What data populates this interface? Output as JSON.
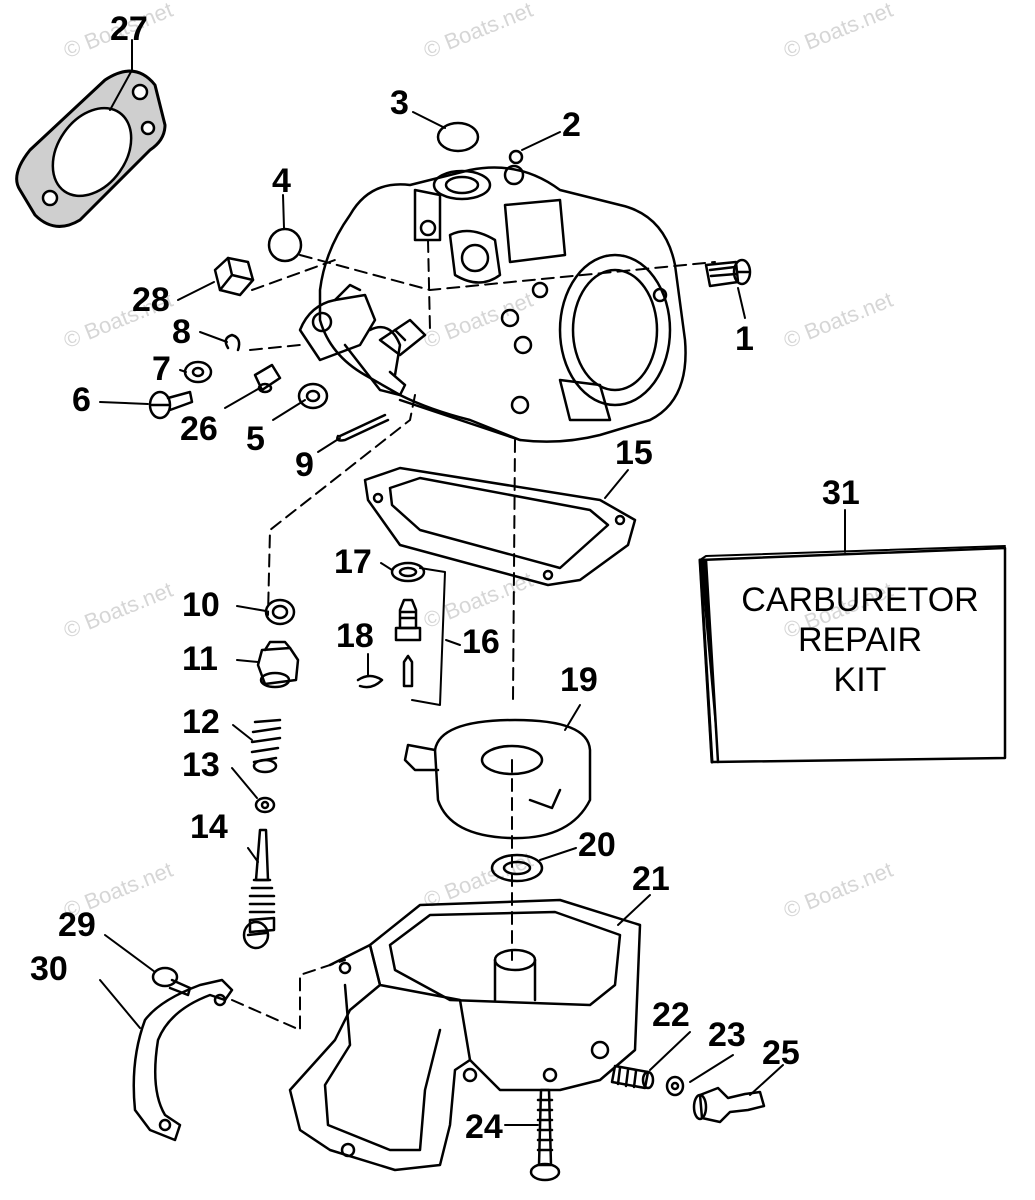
{
  "watermark": "© Boats.net",
  "parts": [
    {
      "num": "1"
    },
    {
      "num": "2"
    },
    {
      "num": "3"
    },
    {
      "num": "4"
    },
    {
      "num": "5"
    },
    {
      "num": "6"
    },
    {
      "num": "7"
    },
    {
      "num": "8"
    },
    {
      "num": "9"
    },
    {
      "num": "10"
    },
    {
      "num": "11"
    },
    {
      "num": "12"
    },
    {
      "num": "13"
    },
    {
      "num": "14"
    },
    {
      "num": "15"
    },
    {
      "num": "16"
    },
    {
      "num": "17"
    },
    {
      "num": "18"
    },
    {
      "num": "19"
    },
    {
      "num": "20"
    },
    {
      "num": "21"
    },
    {
      "num": "22"
    },
    {
      "num": "23"
    },
    {
      "num": "24"
    },
    {
      "num": "25"
    },
    {
      "num": "26"
    },
    {
      "num": "27"
    },
    {
      "num": "28"
    },
    {
      "num": "29"
    },
    {
      "num": "30"
    },
    {
      "num": "31"
    }
  ],
  "kit_box": {
    "line1": "CARBURETOR",
    "line2": "REPAIR",
    "line3": "KIT"
  },
  "colors": {
    "ink": "#000000",
    "watermark": "#d6d6d6",
    "gasket_fill": "#cfcfcf"
  }
}
